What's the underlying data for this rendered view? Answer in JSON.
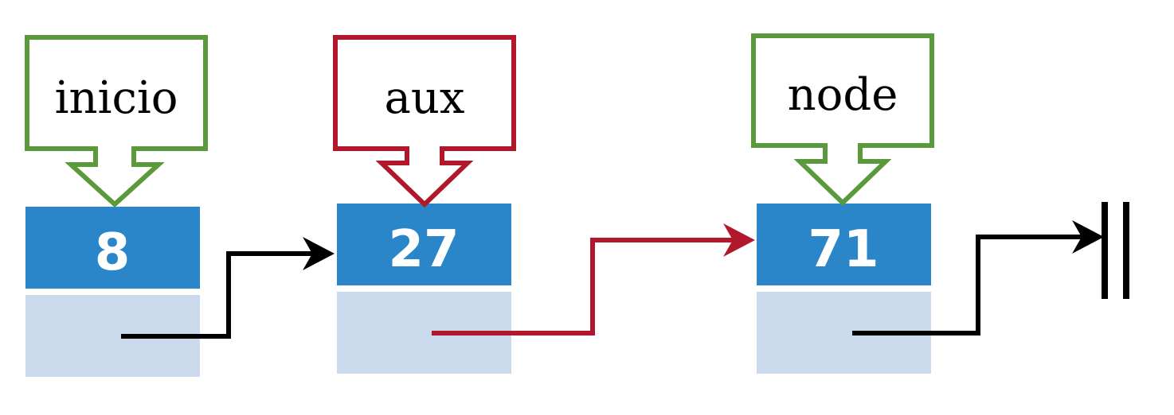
{
  "pointers": [
    {
      "label": "inicio",
      "color": "#5b9a3c",
      "target": "node-8"
    },
    {
      "label": "aux",
      "color": "#b2182b",
      "target": "node-27"
    },
    {
      "label": "node",
      "color": "#5b9a3c",
      "target": "node-71"
    }
  ],
  "nodes": [
    {
      "id": "node-8",
      "value": "8",
      "link_color": "#000000",
      "link_to": "node-27"
    },
    {
      "id": "node-27",
      "value": "27",
      "link_color": "#b2182b",
      "link_to": "node-71"
    },
    {
      "id": "node-71",
      "value": "71",
      "link_color": "#000000",
      "link_to": "null"
    }
  ],
  "colors": {
    "data_cell": "#2a86c8",
    "next_cell": "#cbd9ec",
    "null_marker": "#000000"
  }
}
